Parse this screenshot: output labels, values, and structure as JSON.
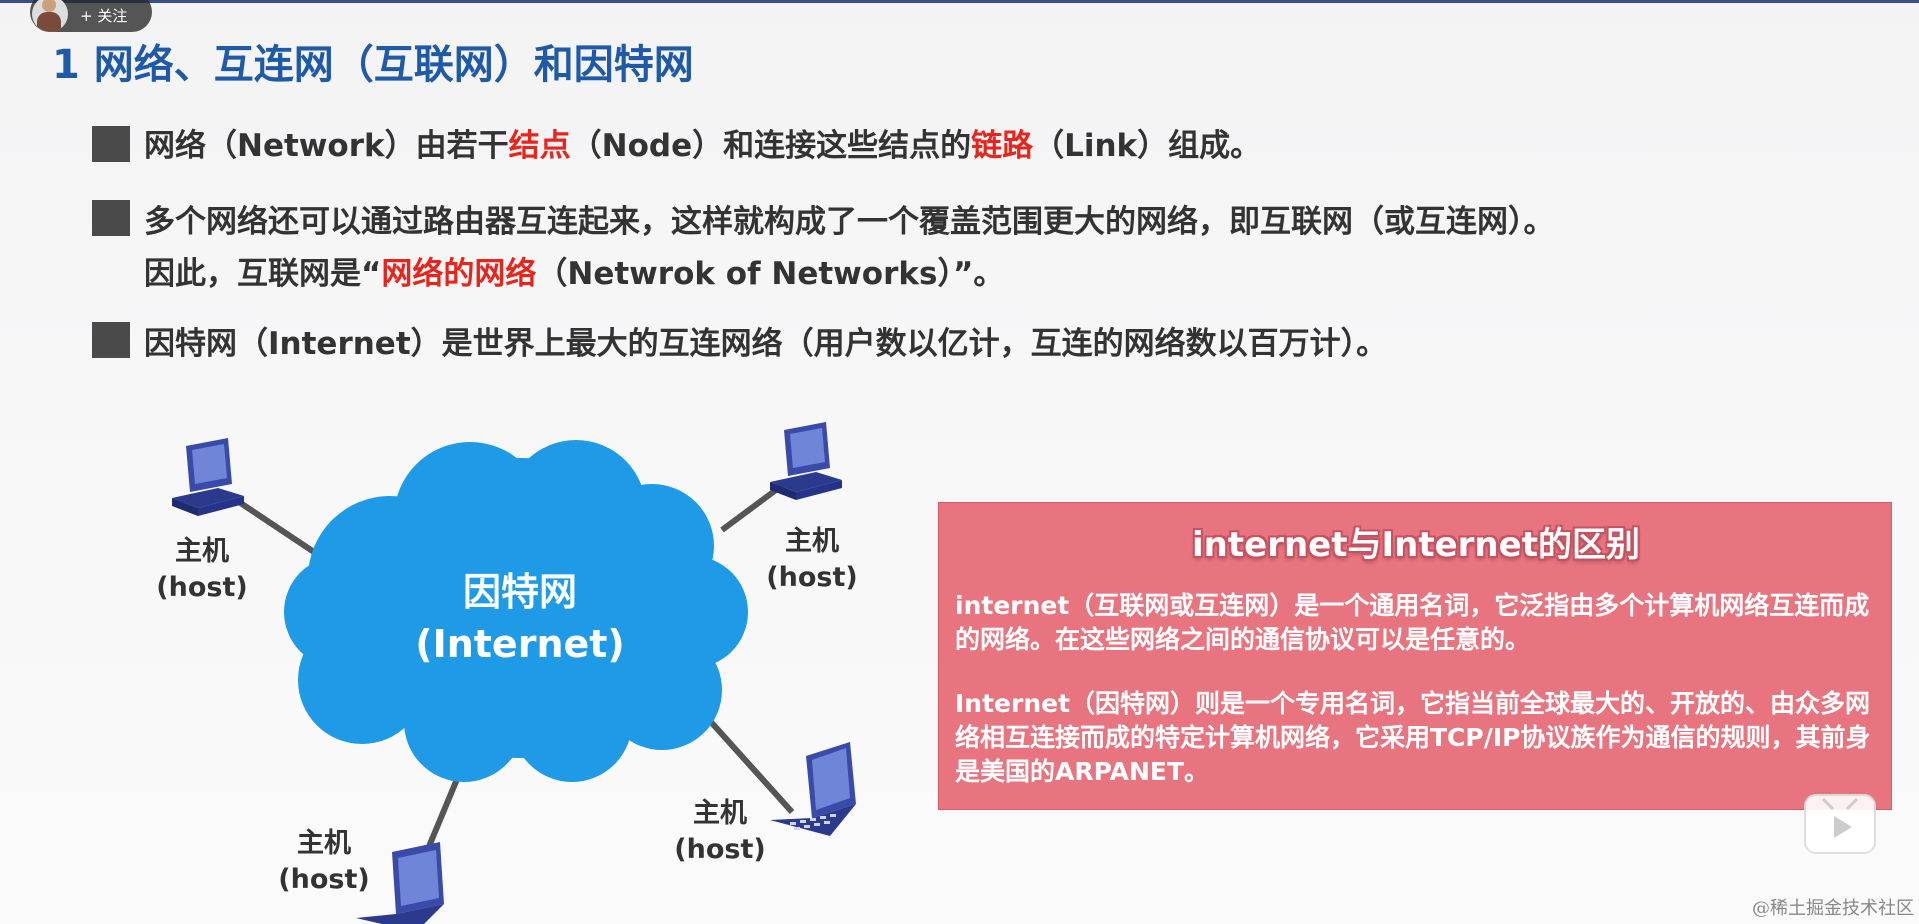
{
  "follow": {
    "label": "+ 关注"
  },
  "title": "1 网络、互连网（互联网）和因特网",
  "bullets": [
    {
      "p1": "网络（Network）由若干",
      "r1": "结点",
      "p2": "（Node）和连接这些结点的",
      "r2": "链路",
      "p3": "（Link）组成。"
    },
    {
      "line1": "多个网络还可以通过路由器互连起来，这样就构成了一个覆盖范围更大的网络，即互联网（或互连网）。",
      "p1": "因此，互联网是“",
      "r1": "网络的网络",
      "p2": "（Netwrok of Networks）”。"
    },
    {
      "text": "因特网（Internet）是世界上最大的互连网络（用户数以亿计，互连的网络数以百万计）。"
    }
  ],
  "diagram": {
    "cloud_line1": "因特网",
    "cloud_line2": "(Internet)",
    "hosts": [
      {
        "line1": "主机",
        "line2": "(host)"
      },
      {
        "line1": "主机",
        "line2": "(host)"
      },
      {
        "line1": "主机",
        "line2": "(host)"
      },
      {
        "line1": "主机",
        "line2": "(host)"
      }
    ]
  },
  "infobox": {
    "heading": "internet与Internet的区别",
    "para1": "internet（互联网或互连网）是一个通用名词，它泛指由多个计算机网络互连而成的网络。在这些网络之间的通信协议可以是任意的。",
    "para2": "Internet（因特网）则是一个专用名词，它指当前全球最大的、开放的、由众多网络相互连接而成的特定计算机网络，它采用TCP/IP协议族作为通信的规则，其前身是美国的ARPANET。"
  },
  "watermark": "@稀土掘金技术社区",
  "colors": {
    "title": "#1f5aa8",
    "highlight": "#e8251c",
    "cloud": "#1e9ae6",
    "infobox": "#e8747f"
  }
}
